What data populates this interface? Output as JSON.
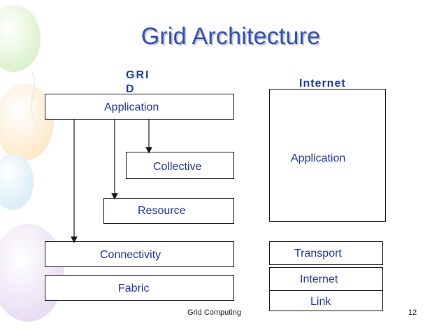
{
  "slide": {
    "title": "Grid Architecture",
    "footer": "Grid Computing",
    "page_number": "12"
  },
  "grid": {
    "heading": "GRID",
    "layers": {
      "application": "Application",
      "collective": "Collective",
      "resource": "Resource",
      "connectivity": "Connectivity",
      "fabric": "Fabric"
    }
  },
  "internet": {
    "heading": "Internet",
    "layers": {
      "application": "Application",
      "transport": "Transport",
      "internet": "Internet",
      "link": "Link"
    }
  },
  "colors": {
    "title": "#2f4fbf",
    "heading": "#1f3fa8",
    "text": "#2336a8",
    "lines": "#1a1a1a"
  }
}
